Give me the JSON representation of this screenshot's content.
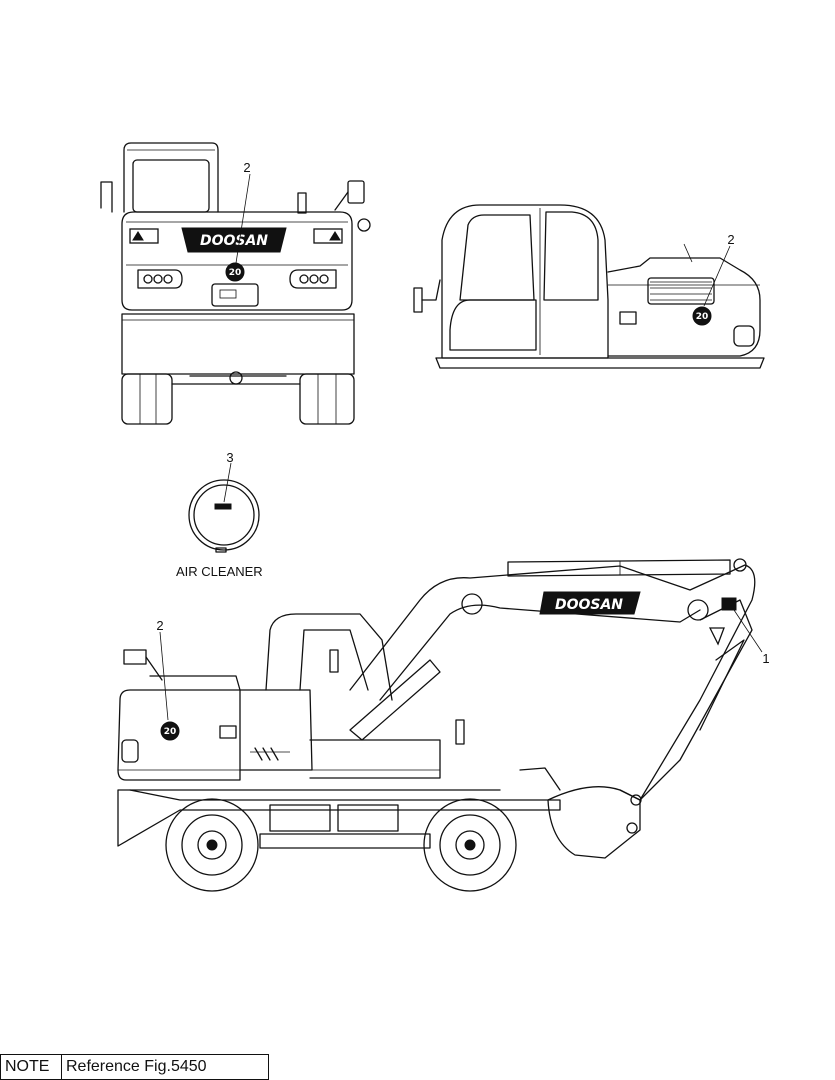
{
  "callouts": {
    "front_view": "2",
    "side_view": "2",
    "air_cleaner": "3",
    "main_view_left": "2",
    "main_view_arm": "1"
  },
  "decals": {
    "brand_logo": "DOOSAN",
    "tonnage_badge": "20"
  },
  "labels": {
    "air_cleaner": "AIR CLEANER"
  },
  "note": {
    "label": "NOTE",
    "value": "Reference Fig.5450"
  },
  "colors": {
    "line": "#111111",
    "background": "#ffffff"
  }
}
